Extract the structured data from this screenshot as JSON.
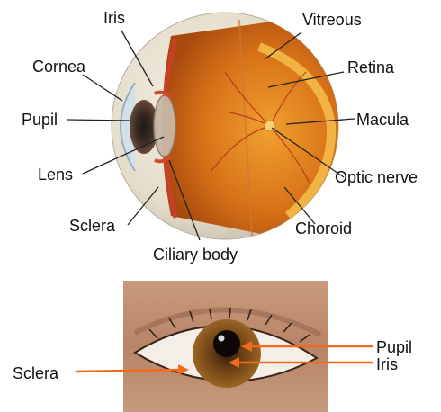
{
  "anatomy_labels": {
    "iris": "Iris",
    "cornea": "Cornea",
    "pupil": "Pupil",
    "lens": "Lens",
    "sclera": "Sclera",
    "ciliary_body": "Ciliary body",
    "vitreous": "Vitreous",
    "retina": "Retina",
    "macula": "Macula",
    "optic_nerve": "Optic nerve",
    "choroid": "Choroid"
  },
  "photo_labels": {
    "pupil": "Pupil",
    "iris": "Iris",
    "sclera": "Sclera"
  },
  "colors": {
    "leader_line": "#222222",
    "photo_arrow": "#f26b1d"
  }
}
